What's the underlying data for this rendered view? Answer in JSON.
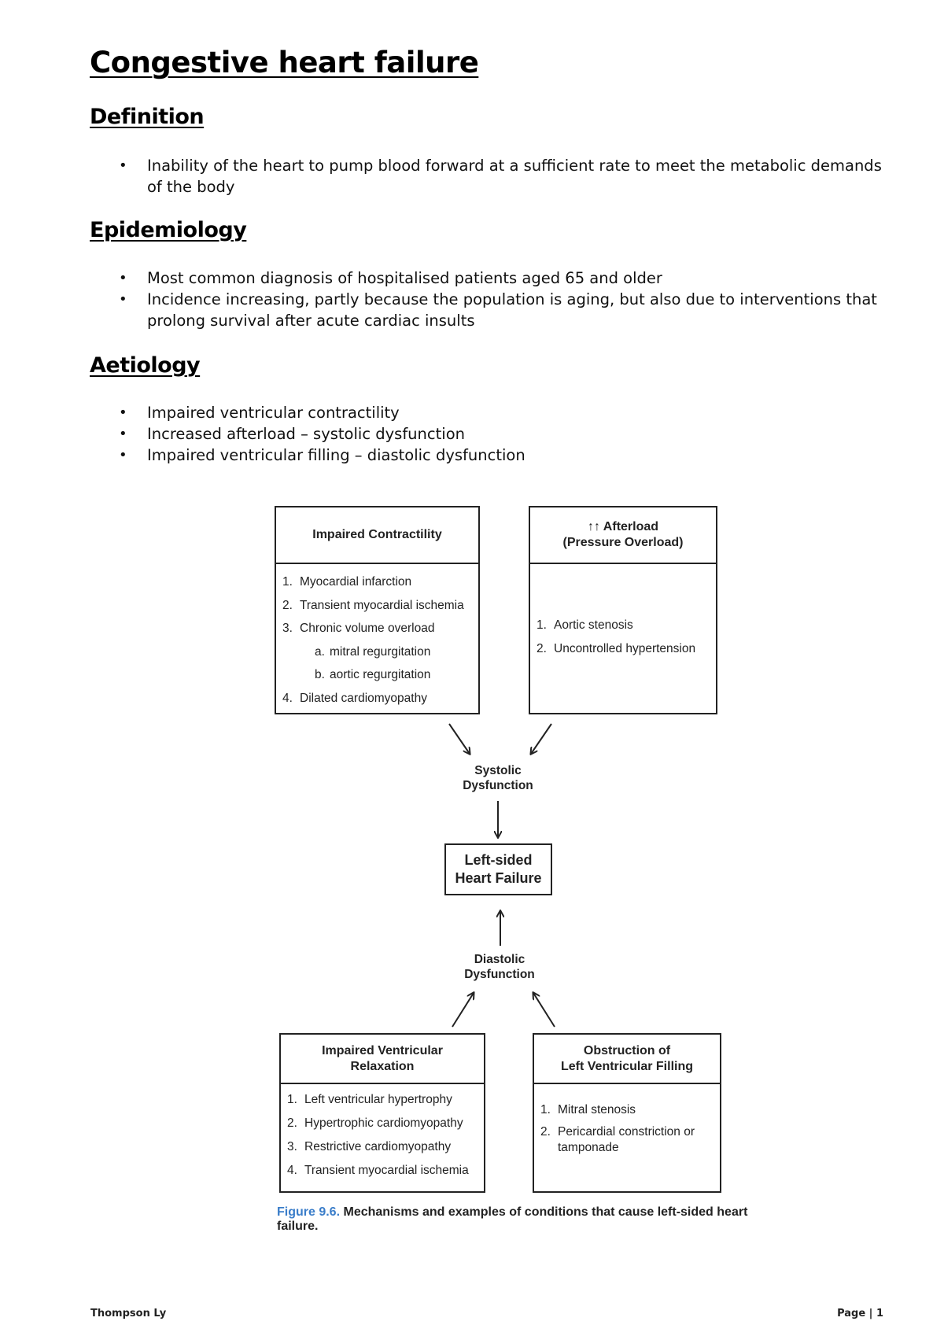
{
  "title": "Congestive heart failure",
  "sections": [
    {
      "heading": "Definition",
      "items": [
        "Inability of the heart to pump blood forward at a sufficient rate to meet the metabolic demands of the body"
      ]
    },
    {
      "heading": "Epidemiology",
      "items": [
        "Most common diagnosis of hospitalised patients aged 65 and older",
        "Incidence increasing, partly because the population is aging, but also due to interventions that prolong survival after acute cardiac insults"
      ]
    },
    {
      "heading": "Aetiology",
      "items": [
        "Impaired ventricular contractility",
        "Increased afterload – systolic dysfunction",
        "Impaired ventricular filling – diastolic dysfunction"
      ]
    }
  ],
  "figure": {
    "boxes": {
      "impaired_contractility": {
        "title": "Impaired Contractility",
        "items": [
          {
            "num": "1.",
            "text": "Myocardial infarction"
          },
          {
            "num": "2.",
            "text": "Transient myocardial ischemia"
          },
          {
            "num": "3.",
            "text": "Chronic volume overload"
          },
          {
            "num": "a.",
            "text": "mitral regurgitation"
          },
          {
            "num": "b.",
            "text": "aortic regurgitation"
          },
          {
            "num": "4.",
            "text": "Dilated cardiomyopathy"
          }
        ]
      },
      "afterload": {
        "title_line1": "↑↑ Afterload",
        "title_line2": "(Pressure Overload)",
        "items": [
          {
            "num": "1.",
            "text": "Aortic stenosis"
          },
          {
            "num": "2.",
            "text": "Uncontrolled hypertension"
          }
        ]
      },
      "impaired_relaxation": {
        "title_line1": "Impaired Ventricular",
        "title_line2": "Relaxation",
        "items": [
          {
            "num": "1.",
            "text": "Left ventricular hypertrophy"
          },
          {
            "num": "2.",
            "text": "Hypertrophic cardiomyopathy"
          },
          {
            "num": "3.",
            "text": "Restrictive cardiomyopathy"
          },
          {
            "num": "4.",
            "text": "Transient myocardial ischemia"
          }
        ]
      },
      "obstruction": {
        "title_line1": "Obstruction of",
        "title_line2": "Left Ventricular Filling",
        "items": [
          {
            "num": "1.",
            "text": "Mitral stenosis"
          },
          {
            "num": "2.",
            "text": "Pericardial constriction or tamponade"
          }
        ]
      }
    },
    "systolic_line1": "Systolic",
    "systolic_line2": "Dysfunction",
    "diastolic_line1": "Diastolic",
    "diastolic_line2": "Dysfunction",
    "hf_line1": "Left-sided",
    "hf_line2": "Heart Failure",
    "caption_num": "Figure 9.6.",
    "caption_text": "Mechanisms and examples of conditions that cause left-sided heart failure.",
    "caption_color": "#3a7dc9"
  },
  "footer": {
    "author": "Thompson Ly",
    "page_label": "Page | 1"
  }
}
